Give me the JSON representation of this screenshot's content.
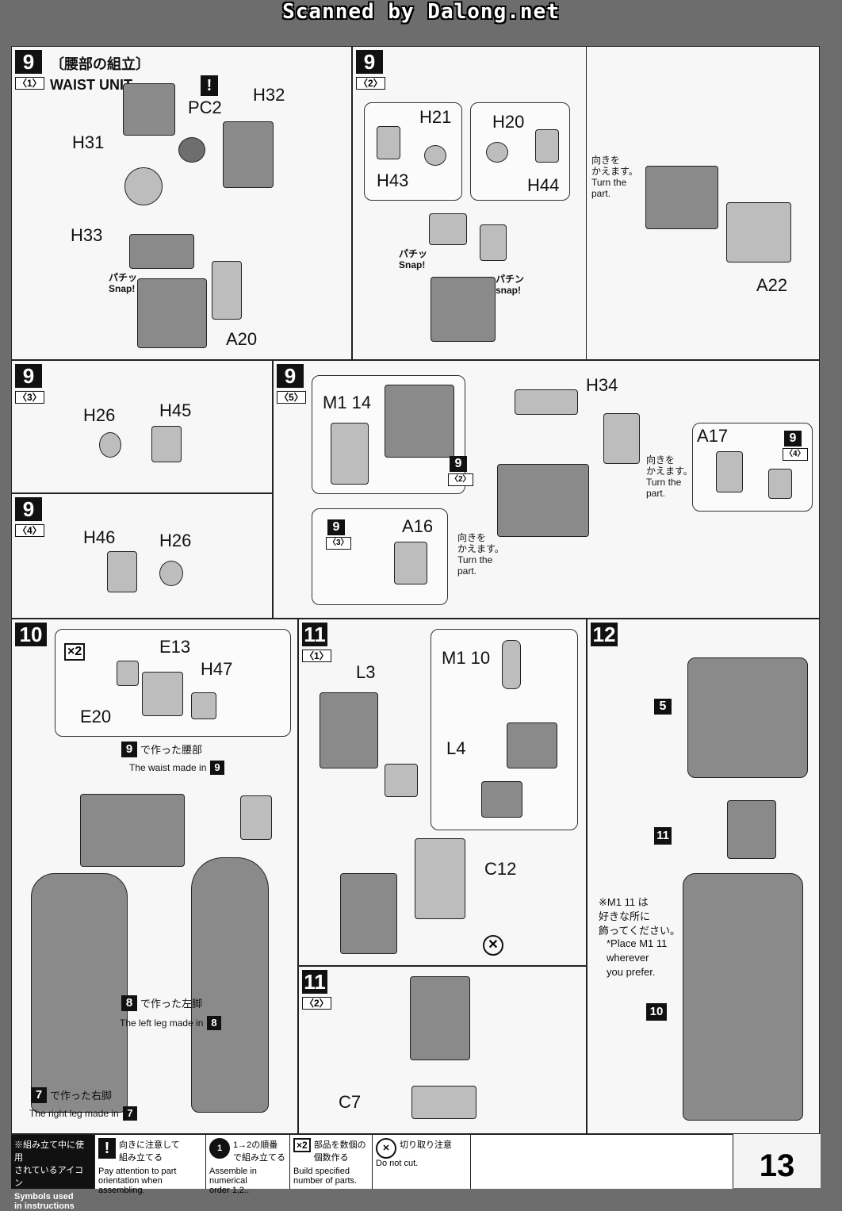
{
  "header": {
    "scanned": "Scanned by Dalong.net"
  },
  "step9_1": {
    "num": "9",
    "sub": "〈1〉",
    "title_jp": "〔腰部の組立〕",
    "title_en": "WAIST UNIT",
    "labels": [
      "H31",
      "PC2",
      "H32",
      "H33",
      "A20"
    ],
    "snap": "パチッ Snap!"
  },
  "step9_2": {
    "num": "9",
    "sub": "〈2〉",
    "labels": [
      "H21",
      "H43",
      "H20",
      "H44",
      "A22"
    ],
    "turn_jp": "向きを\nかえます。",
    "turn_en": "Turn the\npart.",
    "snap1": "パチッ Snap!",
    "snap2": "パチン snap!"
  },
  "step9_3": {
    "num": "9",
    "sub": "〈3〉",
    "labels": [
      "H26",
      "H45"
    ]
  },
  "step9_4": {
    "num": "9",
    "sub": "〈4〉",
    "labels": [
      "H46",
      "H26"
    ]
  },
  "step9_5": {
    "num": "9",
    "sub": "〈5〉",
    "labels": [
      "M1 14",
      "H34",
      "A17",
      "A16"
    ],
    "ref_a": "9",
    "ref_a_sub": "〈2〉",
    "ref_b": "9",
    "ref_b_sub": "〈4〉",
    "ref_c": "9",
    "ref_c_sub": "〈3〉",
    "turn_jp": "向きを\nかえます。",
    "turn_en": "Turn the\npart."
  },
  "step10": {
    "num": "10",
    "times": "×2",
    "labels": [
      "E13",
      "H47",
      "E20"
    ],
    "waist_jp": "で作った腰部",
    "waist_en": "The waist made in",
    "left_jp": "で作った左脚",
    "left_en": "The left leg made in",
    "right_jp": "で作った右脚",
    "right_en": "The right leg made in",
    "ref_waist": "9",
    "ref_left": "8",
    "ref_right": "7"
  },
  "step11_1": {
    "num": "11",
    "sub": "〈1〉",
    "labels": [
      "L3",
      "M1 10",
      "L4",
      "C12"
    ]
  },
  "step11_2": {
    "num": "11",
    "sub": "〈2〉",
    "labels": [
      "C7"
    ]
  },
  "step12": {
    "num": "12",
    "refs": [
      "5",
      "11",
      "10"
    ],
    "note_jp": "※M1 11 は\n好きな所に\n飾ってください。",
    "note_en": "*Place M1 11\nwherever\nyou prefer."
  },
  "legend": {
    "intro_jp": "※組み立て中に使用\nされているアイコン",
    "intro_en": "Symbols used\nin instructions",
    "items": [
      {
        "jp": "向きに注意して\n組み立てる",
        "en": "Pay attention to part\norientation when assembling."
      },
      {
        "jp": "1→2の順番\nで組み立てる",
        "en": "Assemble in numerical\norder 1,2.."
      },
      {
        "jp": "部品を数個の\n個数作る",
        "en": "Build specified\nnumber of parts."
      },
      {
        "jp": "切り取り注意",
        "en": "Do not cut."
      }
    ]
  },
  "page_number": "13"
}
